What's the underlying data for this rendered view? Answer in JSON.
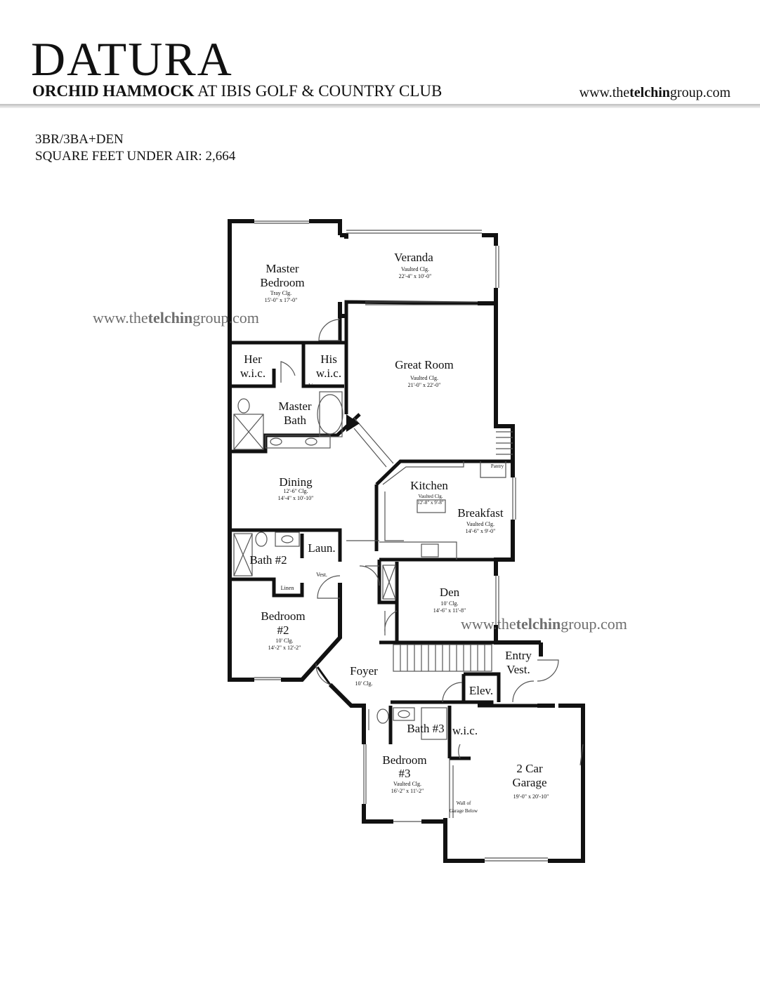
{
  "header": {
    "title": "DATURA",
    "subtitle_bold": "ORCHID HAMMOCK",
    "subtitle_rest": " AT IBIS GOLF & COUNTRY CLUB",
    "website_pre": "www.the",
    "website_bold": "telchin",
    "website_post": "group.com"
  },
  "info": {
    "bed_bath": "3BR/3BA+DEN",
    "square_feet": "SQUARE FEET UNDER AIR: 2,664"
  },
  "watermark": {
    "pre": "www.the",
    "bold": "telchin",
    "post": "group.com"
  },
  "rooms": {
    "veranda": {
      "name": "Veranda",
      "clg": "Vaulted Clg.",
      "dim": "22'-4\" x 10'-0\""
    },
    "master_bedroom": {
      "name1": "Master",
      "name2": "Bedroom",
      "clg": "Tray Clg.",
      "dim": "15'-0\" x 17'-0\""
    },
    "great_room": {
      "name": "Great Room",
      "clg": "Vaulted Clg.",
      "dim": "21'-0\" x 22'-0\""
    },
    "her_wic": {
      "name1": "Her",
      "name2": "w.i.c."
    },
    "his_wic": {
      "name1": "His",
      "name2": "w.i.c."
    },
    "lin": "Lin",
    "master_bath": {
      "name1": "Master",
      "name2": "Bath"
    },
    "dining": {
      "name": "Dining",
      "clg": "12'-6\" Clg.",
      "dim": "14'-4\" x 10'-10\""
    },
    "kitchen": {
      "name": "Kitchen",
      "clg": "Vaulted Clg.",
      "dim": "12'-8\" x 9'-8\""
    },
    "pantry": "Pantry",
    "breakfast": {
      "name": "Breakfast",
      "clg": "Vaulted Clg.",
      "dim": "14'-6\" x 9'-0\""
    },
    "bath2": "Bath #2",
    "laun": "Laun.",
    "vest": "Vest.",
    "linen": "Linen",
    "den": {
      "name": "Den",
      "clg": "10' Clg.",
      "dim": "14'-6\" x 11'-8\""
    },
    "bedroom2": {
      "name1": "Bedroom",
      "name2": "#2",
      "clg": "10' Clg.",
      "dim": "14'-2\" x 12'-2\""
    },
    "foyer": {
      "name": "Foyer",
      "clg": "10' Clg."
    },
    "entry_vest": {
      "name1": "Entry",
      "name2": "Vest."
    },
    "elev": "Elev.",
    "bath3": "Bath #3",
    "wic": "w.i.c.",
    "bedroom3": {
      "name1": "Bedroom",
      "name2": "#3",
      "clg": "Vaulted Clg.",
      "dim": "16'-2\" x 11'-2\""
    },
    "wall_note": {
      "line1": "Wall of",
      "line2": "Garage Below"
    },
    "garage": {
      "name1": "2 Car",
      "name2": "Garage",
      "dim": "19'-0\" x 20'-10\""
    }
  },
  "colors": {
    "wall": "#111111",
    "thin": "#555555",
    "watermark": "#555555"
  }
}
